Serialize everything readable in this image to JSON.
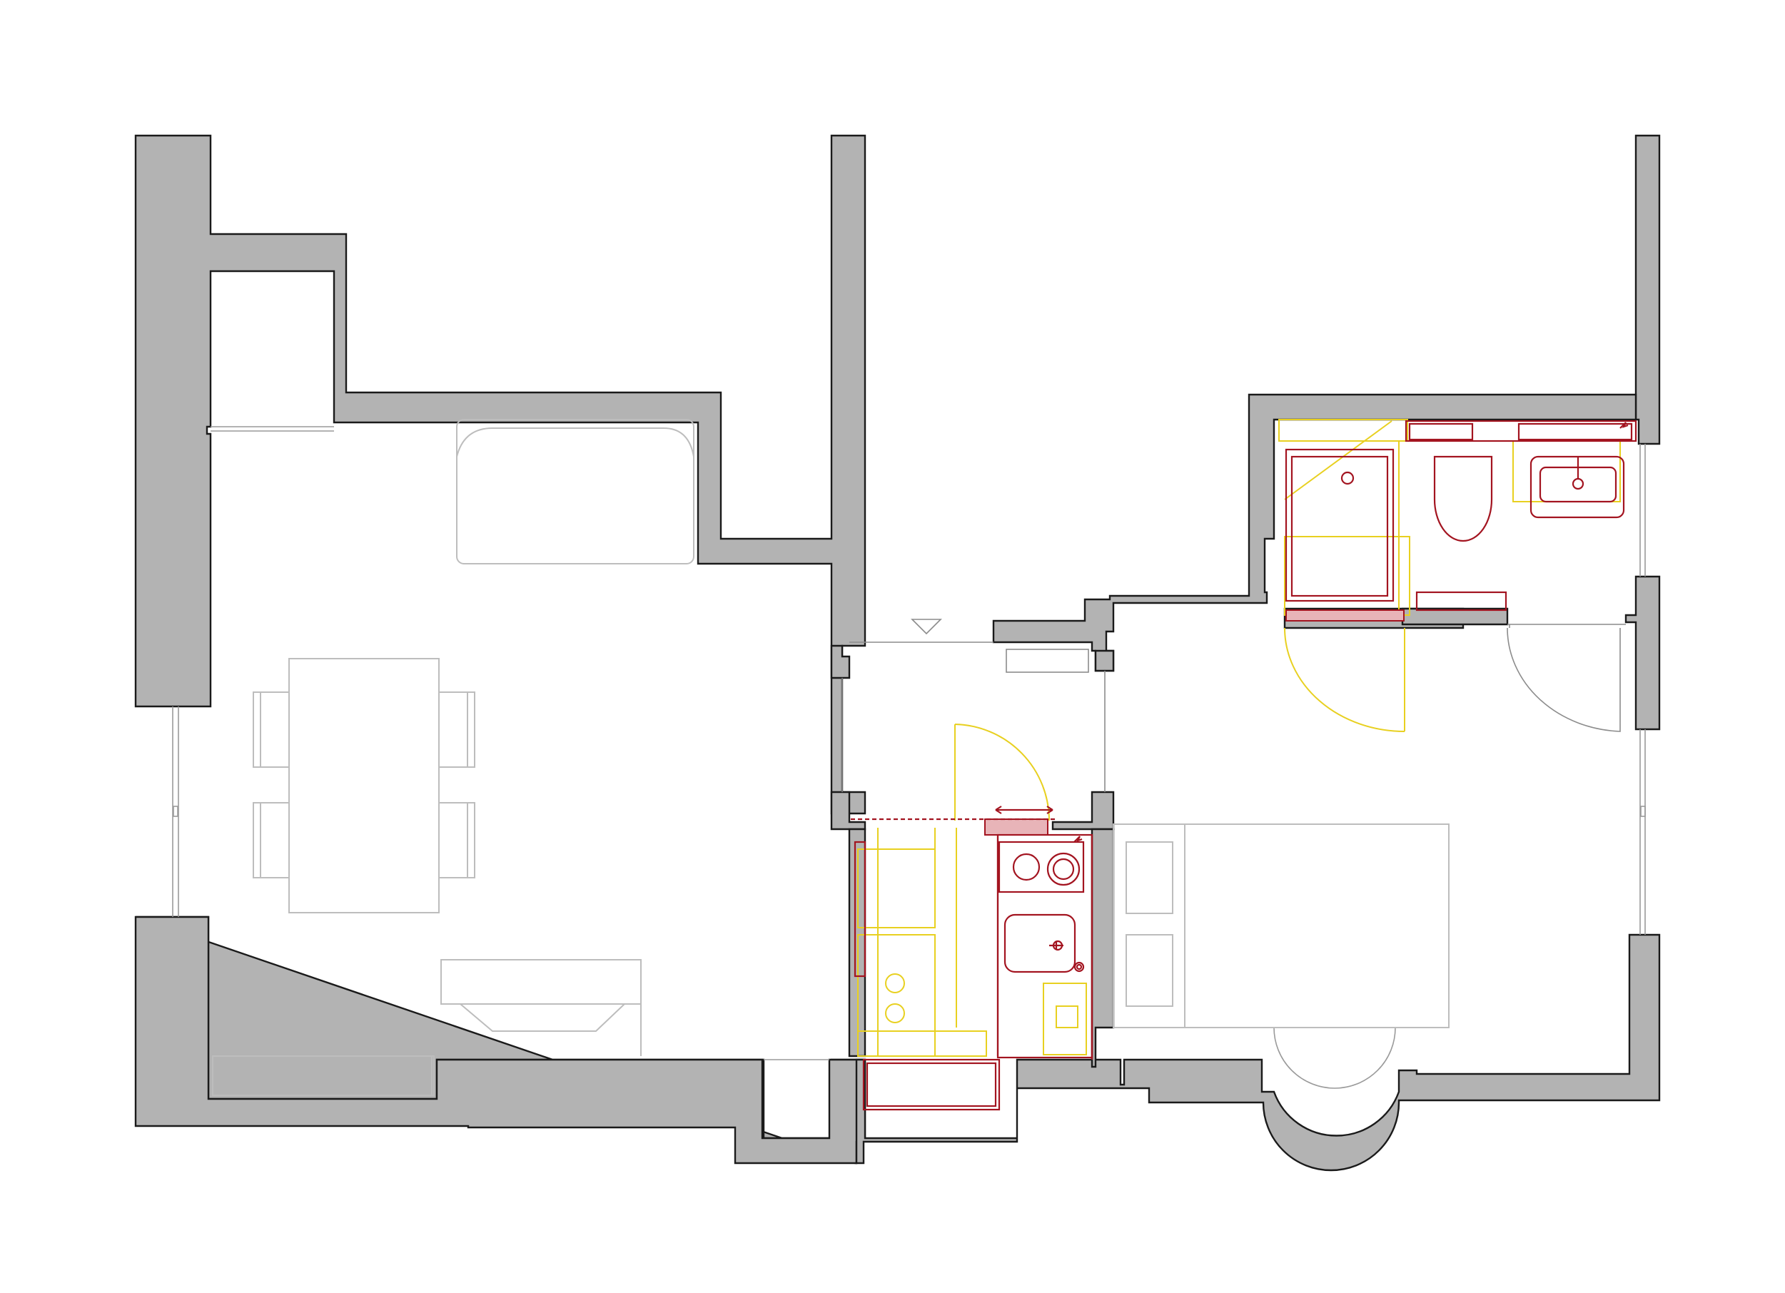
{
  "drawing": {
    "type": "floor-plan",
    "style": "before-after overlay",
    "colors": {
      "walls": "#b3b3b3",
      "wall_outline": "#1a1a1a",
      "furniture": "#bdbdbd",
      "new_elements": "#a31420",
      "new_elements_fill": "#e8b4b8",
      "removed_elements": "#e8d020",
      "background": "#ffffff"
    },
    "spaces": [
      {
        "id": "living-dining",
        "items": [
          "sofa",
          "dining-table",
          "chairs",
          "tv-unit",
          "balcony"
        ]
      },
      {
        "id": "entrance-hall",
        "items": [
          "entry-arrow",
          "closet"
        ]
      },
      {
        "id": "kitchen",
        "items": [
          "hob",
          "sink",
          "washing-machine",
          "worktop"
        ]
      },
      {
        "id": "bathroom",
        "items": [
          "shower",
          "toilet",
          "washbasin"
        ]
      },
      {
        "id": "bedroom",
        "items": [
          "double-bed",
          "nightstands",
          "bay-window"
        ]
      }
    ]
  }
}
